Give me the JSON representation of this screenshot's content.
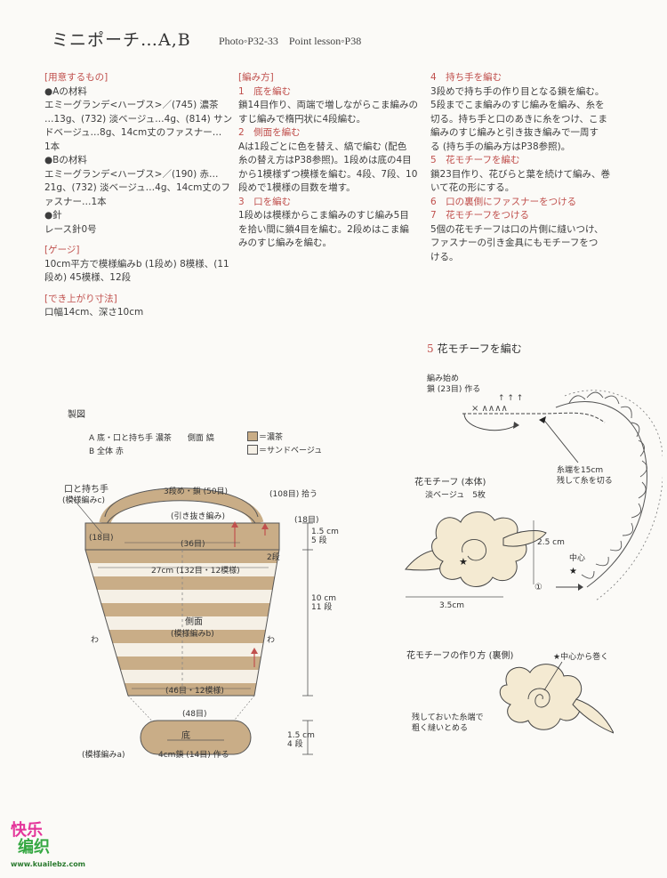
{
  "header": {
    "title": "ミニポーチ…A,B",
    "photo_ref": "Photo◦P32-33　Point lesson◦P38"
  },
  "materials": {
    "heading": "[用意するもの]",
    "lines": [
      "●Aの材料",
      "エミーグランデ<ハーブス>／(745) 濃茶",
      "…13g、(732) 淡ベージュ…4g、(814) サン",
      "ドベージュ…8g、14cm丈のファスナー…",
      "1本",
      "●Bの材料",
      "エミーグランデ<ハーブス>／(190) 赤…",
      "21g、(732) 淡ベージュ…4g、14cm丈のフ",
      "ァスナー…1本",
      "●針",
      "レース針0号"
    ]
  },
  "gauge": {
    "heading": "[ゲージ]",
    "lines": [
      "10cm平方で模様編みb (1段め) 8模様、(11",
      "段め) 45模様、12段"
    ]
  },
  "size": {
    "heading": "[でき上がり寸法]",
    "lines": [
      "口幅14cm、深さ10cm"
    ]
  },
  "method": {
    "heading": "[編み方]",
    "blocks": [
      {
        "step": "1　底を編む",
        "lines": [
          "鎖14目作り、両端で増しながらこま編みの",
          "すじ編みで楕円状に4段編む。"
        ]
      },
      {
        "step": "2　側面を編む",
        "lines": [
          "Aは1段ごとに色を替え、縞で編む (配色",
          "糸の替え方はP38参照)。1段めは底の4目",
          "から1模様ずつ模様を編む。4段、7段、10",
          "段めで1模様の目数を増す。"
        ]
      },
      {
        "step": "3　口を編む",
        "lines": [
          "1段めは模様からこま編みのすじ編み5目",
          "を拾い間に鎖4目を編む。2段めはこま編",
          "みのすじ編みを編む。"
        ]
      }
    ]
  },
  "method2": {
    "blocks": [
      {
        "step": "4　持ち手を編む",
        "lines": [
          "3段めで持ち手の作り目となる鎖を編む。",
          "5段までこま編みのすじ編みを編み、糸を",
          "切る。持ち手と口のあきに糸をつけ、こま",
          "編みのすじ編みと引き抜き編みで一周す",
          "る (持ち手の編み方はP38参照)。"
        ]
      },
      {
        "step": "5　花モチーフを編む",
        "lines": [
          "鎖23目作り、花びらと葉を続けて編み、巻",
          "いて花の形にする。"
        ]
      },
      {
        "step": "6　口の裏側にファスナーをつける",
        "lines": []
      },
      {
        "step": "7　花モチーフをつける",
        "lines": [
          "5個の花モチーフは口の片側に縫いつけ、",
          "ファスナーの引き金具にもモチーフをつ",
          "ける。"
        ]
      }
    ]
  },
  "diagram": {
    "heading": "製図",
    "legend_a": "A 底・口と持ち手 濃茶　　側面 縞",
    "legend_b": "B 全体 赤",
    "legend_dark": "＝濃茶",
    "legend_light": "＝サンドベージュ",
    "handle_title": "口と持ち手",
    "handle_sub": "(模様編みc)",
    "chain": "3段め・鎖 (50目)",
    "hikinuki": "(引き抜き編み)",
    "pick108": "(108目) 拾う",
    "l18_left": "(18目)",
    "l18_right": "(18目)",
    "l36": "(36目)",
    "two_rows": "2段",
    "dim_top": "1.5 cm",
    "dim_top_rows": "5 段",
    "width27": "27cm (132目・12模様)",
    "side": "側面",
    "side_pattern": "(模様編みb)",
    "bottom_pattern": "(46目・12模様)",
    "dim_mid": "10 cm",
    "dim_mid_rows": "11 段",
    "wa_left": "わ",
    "wa_right": "わ",
    "bottom48": "(48目)",
    "base": "底",
    "base_chain": "4cm鎖 (14目) 作る",
    "base_pattern": "(模様編みa)",
    "dim_bot": "1.5 cm",
    "dim_bot_rows": "4 段"
  },
  "flower": {
    "section_num": "5",
    "section_title": "花モチーフを編む",
    "start_label": "編み始め",
    "start_chain": "鎖 (23目) 作る",
    "thread_note_1": "糸端を15cm",
    "thread_note_2": "残して糸を切る",
    "center": "中心",
    "circled_one": "①",
    "motif_title": "花モチーフ (本体)",
    "motif_color": "淡ベージュ　5枚",
    "dim_h": "2.5 cm",
    "dim_w": "3.5cm",
    "method_title": "花モチーフの作り方 (裏側)",
    "roll_note": "★中心から巻く",
    "sew_note_1": "残しておいた糸端で",
    "sew_note_2": "粗く縫いとめる"
  },
  "watermark": {
    "line1": "快乐",
    "line2": "编织",
    "url": "www.kuailebz.com"
  },
  "colors": {
    "accent": "#c0504d",
    "dark_brown": "#c9ad87",
    "light_beige": "#f2ece0"
  }
}
